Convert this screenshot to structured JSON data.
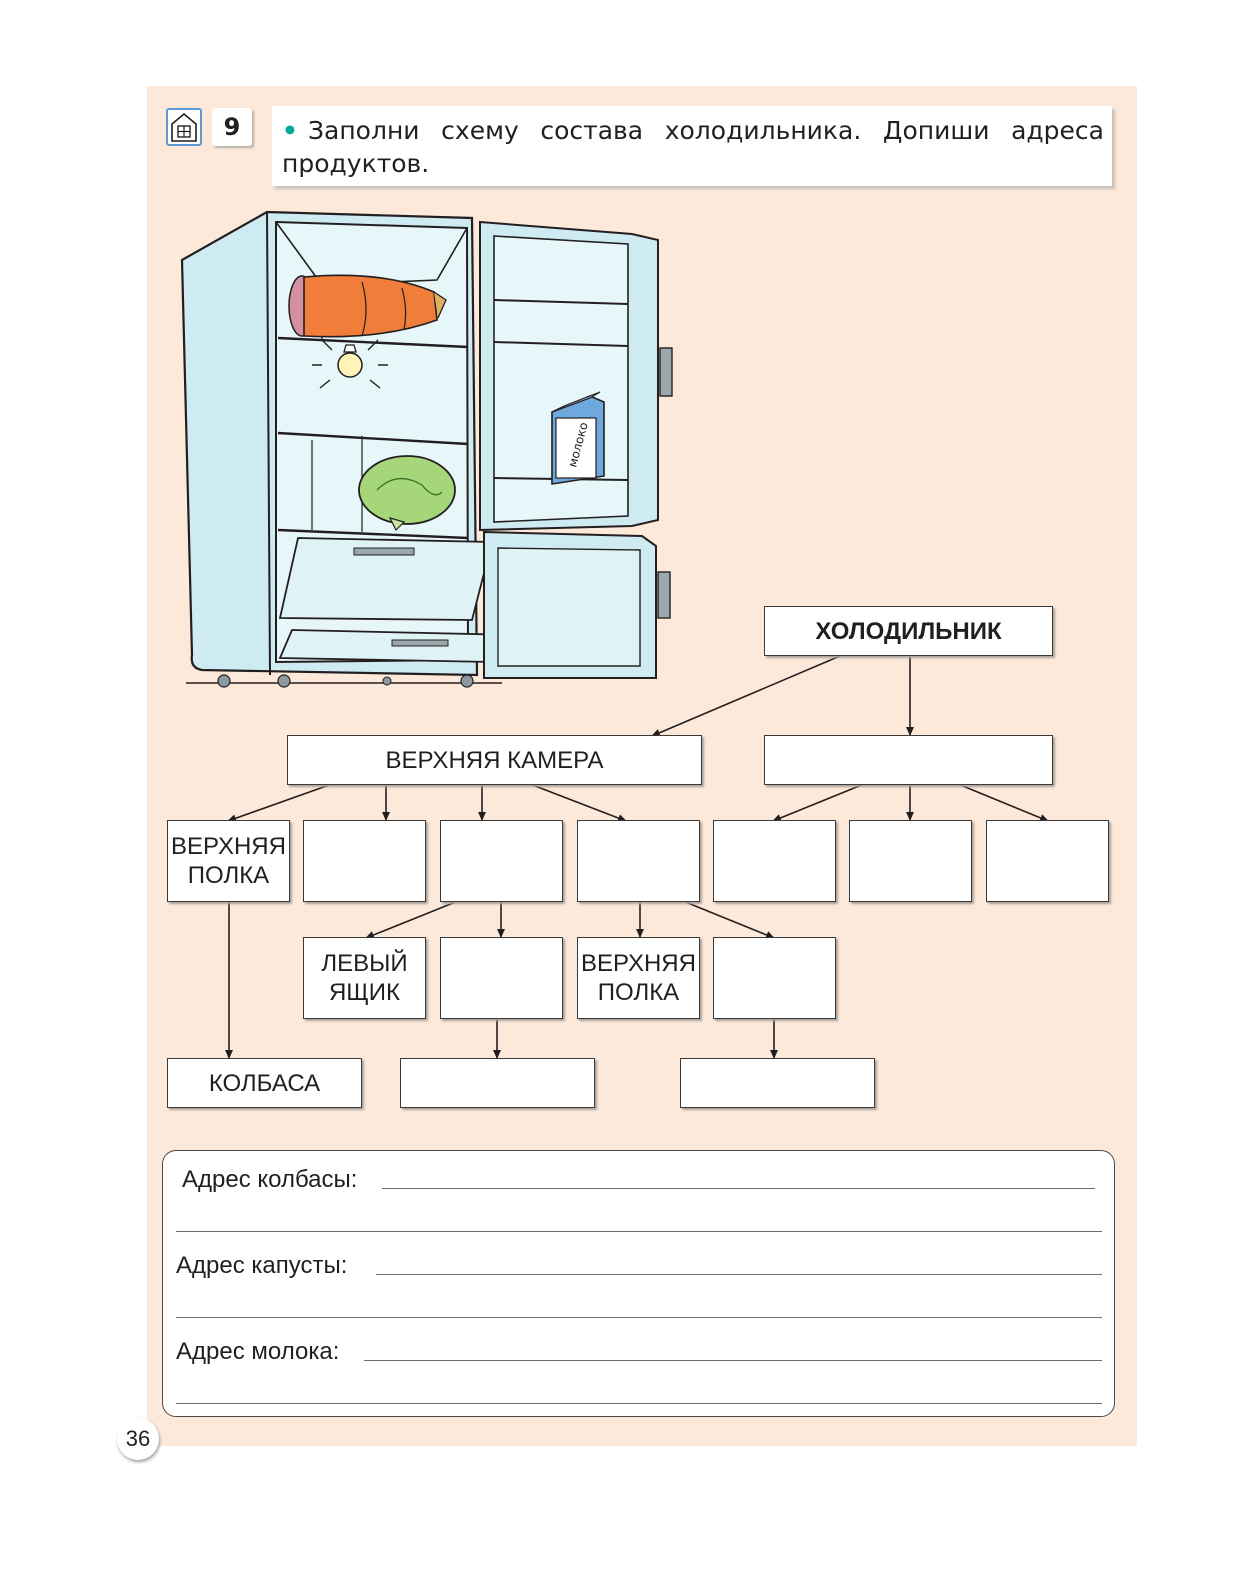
{
  "task": {
    "number": "9",
    "text": "Заполни схему состава холодильника. Допиши адреса продуктов."
  },
  "picture": {
    "milk_carton_label": "молоко"
  },
  "diagram": {
    "root": "ХОЛОДИЛЬНИК",
    "level1": [
      "ВЕРХНЯЯ КАМЕРА",
      ""
    ],
    "level2": [
      "ВЕРХНЯЯ ПОЛКА",
      "",
      "",
      "",
      "",
      "",
      ""
    ],
    "level3": [
      "ЛЕВЫЙ ЯЩИК",
      "",
      "ВЕРХНЯЯ ПОЛКА",
      ""
    ],
    "level4": [
      "КОЛБАСА",
      "",
      ""
    ]
  },
  "answers": [
    {
      "label": "Адрес колбасы:",
      "value": ""
    },
    {
      "label": "Адрес капусты:",
      "value": ""
    },
    {
      "label": "Адрес молока:",
      "value": ""
    }
  ],
  "page_number": "36"
}
